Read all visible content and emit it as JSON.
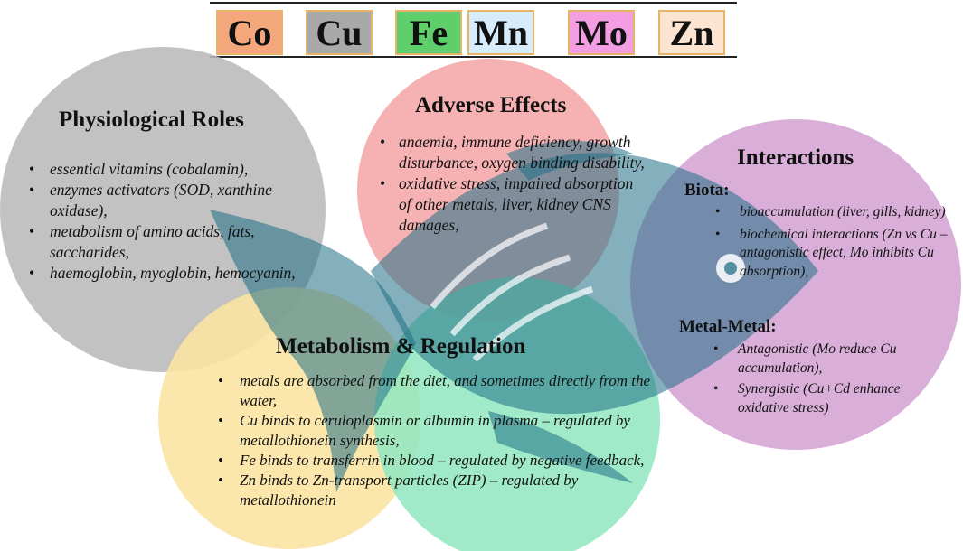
{
  "elements": [
    {
      "symbol": "Co",
      "color": "#f5a77c"
    },
    {
      "symbol": "Cu",
      "color": "#a9a9a9"
    },
    {
      "symbol": "Fe",
      "color": "#5ecf6a"
    },
    {
      "symbol": "Mn",
      "color": "#d6ecfb"
    },
    {
      "symbol": "Mo",
      "color": "#f39ee3"
    },
    {
      "symbol": "Zn",
      "color": "#fde4d2"
    }
  ],
  "physiological_roles": {
    "title": "Physiological Roles",
    "color": "#b9b9b9",
    "items": [
      "essential vitamins (cobalamin),",
      "enzymes activators (SOD, xanthine oxidase),",
      "metabolism of amino acids, fats, saccharides,",
      "haemoglobin, myoglobin, hemocyanin,"
    ]
  },
  "adverse_effects": {
    "title": "Adverse Effects",
    "color": "#f4a4a4",
    "items": [
      "anaemia, immune deficiency, growth disturbance, oxygen binding disability,",
      "oxidative stress, impaired absorption of other metals, liver, kidney CNS damages,"
    ]
  },
  "interactions": {
    "title": "Interactions",
    "color": "#d6a8d6",
    "biota_label": "Biota:",
    "biota_items": [
      "bioaccumulation (liver, gills, kidney)",
      "biochemical interactions (Zn vs Cu – antagonistic effect, Mo inhibits Cu absorption),"
    ],
    "metal_label": "Metal-Metal:",
    "metal_items": [
      "Antagonistic (Mo reduce Cu accumulation),",
      "Synergistic (Cu+Cd enhance oxidative stress)"
    ]
  },
  "metabolism": {
    "title": "Metabolism & Regulation",
    "yellow": "#fbe3a2",
    "green": "#8fe6bf",
    "items": [
      "metals are absorbed from the diet, and sometimes directly from the water,",
      "Cu binds to ceruloplasmin or albumin in plasma – regulated by metallothionein synthesis,",
      "Fe binds to transferrin in blood – regulated by negative feedback,",
      "Zn binds to Zn-transport particles (ZIP) – regulated by metallothionein"
    ]
  },
  "fish_color": "#1f6f86"
}
